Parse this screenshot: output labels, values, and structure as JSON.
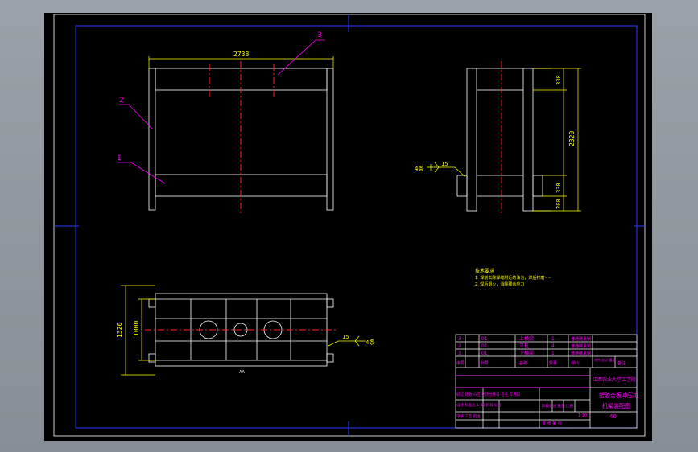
{
  "colors": {
    "background": "#000000",
    "border": "#0000ff",
    "outline": "#ffffff",
    "centerline": "#ff0000",
    "dimension": "#ffff00",
    "leader": "#ff00ff",
    "titleblock": "#ff00ff",
    "note": "#ffff00"
  },
  "front_view": {
    "width_dim": "2738",
    "callouts": [
      "1",
      "2",
      "3"
    ]
  },
  "side_view": {
    "height_dim": "2320",
    "dims": [
      "330",
      "330",
      "200"
    ],
    "weld_size": "15",
    "weld_label": "4条"
  },
  "top_view": {
    "outer_dim": "1320",
    "inner_dim": "1000",
    "weld_size": "15",
    "weld_label": "4条",
    "bottom_label": "AA"
  },
  "notes": {
    "title": "技术要求",
    "lines": [
      "1. 焊前去除焊缝附近的油污，焊后打磨~~",
      "2. 焊后退火，消除残余应力"
    ]
  },
  "title_block": {
    "parts_rows": [
      {
        "no": "3",
        "code": "01",
        "name": "上横梁",
        "qty": "1",
        "material": "普通碳素钢"
      },
      {
        "no": "2",
        "code": "01",
        "name": "立柱",
        "qty": "4",
        "material": "普通碳素钢"
      },
      {
        "no": "1",
        "code": "01",
        "name": "下横梁",
        "qty": "1",
        "material": "普通碳素钢"
      }
    ],
    "header": [
      "序号",
      "代号",
      "名称",
      "数量",
      "材料",
      "单件 总计 重量",
      "备注"
    ],
    "school": "江西农业大学工学院",
    "drawing_name": [
      "塑胶合板冲压机",
      "机架装配图"
    ],
    "drawing_no": "40",
    "mid_row1": "标记 处数 分区 更改文件号 签名 年月日",
    "mid_row2": "设计 标准化 1:10 阶段标记",
    "mid_row3": "审核 工艺 批准",
    "scale": "1:10",
    "sheet": "共 张 第 张",
    "stage": "阶段标记 重量 比例"
  }
}
